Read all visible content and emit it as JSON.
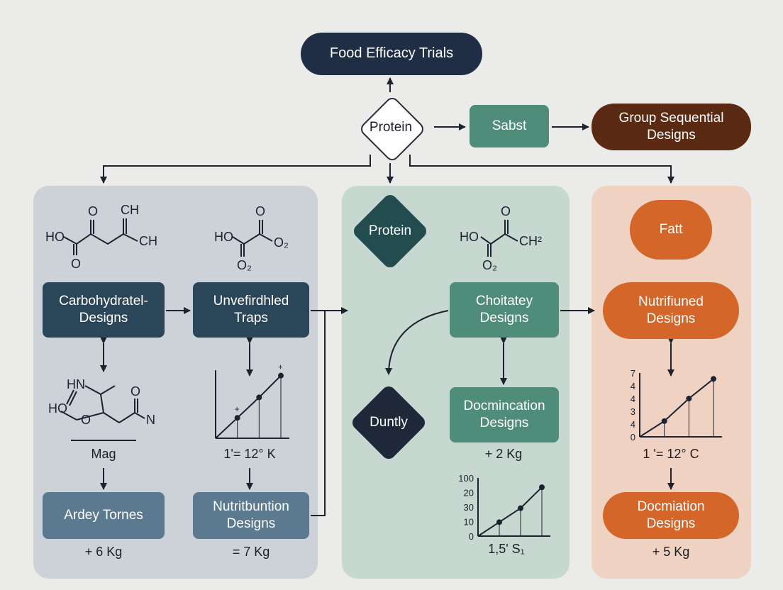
{
  "diagram": {
    "title": "Food Efficacy Trials",
    "top_diamond": "Protein",
    "sabst": "Sabst",
    "group_sequential": "Group Sequential\nDesigns",
    "left": {
      "mol1": {
        "o1": "O",
        "ch_top": "CH",
        "ho": "HO",
        "ch_bottom": "CH",
        "o2": "O"
      },
      "mol2": {
        "o1": "O",
        "ho": "HO",
        "o2": "O₂",
        "o3": "O₂"
      },
      "carbohydrate": "Carbohydratel-\nDesigns",
      "unverified": "Unvefirdhled\nTraps",
      "mol3": {
        "hn": "HN",
        "ho": "HO",
        "o1": "O",
        "o2": "O",
        "n": "N"
      },
      "mag": "Mag",
      "plot_caption": "1'= 12° K",
      "ardey": "Ardey Tornes",
      "nutritbuntion": "Nutritbuntion\nDesigns",
      "kg_left": "+ 6 Kg",
      "kg_right": "= 7 Kg"
    },
    "middle": {
      "protein": "Protein",
      "mol": {
        "o": "O",
        "ho": "HO",
        "ch": "CH²",
        "o2": "O₂"
      },
      "choitatey": "Choitatey\nDesigns",
      "duntly": "Duntly",
      "docmincation": "Docmincation\nDesigns",
      "kg": "+ 2 Kg",
      "plot_caption": "1,5' S₁"
    },
    "right": {
      "fatt": "Fatt",
      "nutrifiuned": "Nutrifiuned\nDesigns",
      "plot_caption": "1 '= 12° C",
      "docmiation": "Docmiation\nDesigns",
      "kg": "+ 5 Kg"
    }
  },
  "chart_data": [
    {
      "type": "line",
      "points": [
        [
          1,
          1.5
        ],
        [
          2,
          3
        ],
        [
          3,
          4.6
        ]
      ],
      "markers": [
        "+",
        "",
        "+"
      ]
    },
    {
      "type": "line",
      "y_ticks": [
        "100",
        "20",
        "30",
        "10",
        "0"
      ],
      "points": [
        [
          1,
          1.2
        ],
        [
          2,
          2.4
        ],
        [
          3,
          4.2
        ]
      ]
    },
    {
      "type": "line",
      "y_ticks": [
        "7",
        "4",
        "4",
        "3",
        "4",
        "0"
      ],
      "points": [
        [
          1,
          1.6
        ],
        [
          2,
          3.9
        ],
        [
          3,
          5.9
        ]
      ]
    }
  ],
  "colors": {
    "navy": "#1f2d45",
    "teal_dark": "#234c4e",
    "slate_dark": "#2b4659",
    "slate": "#5b7a90",
    "green": "#4f8c79",
    "brown": "#5a2a12",
    "orange": "#d4662a",
    "panel_left": "#cdd2d8",
    "panel_mid": "#c6d8d0",
    "panel_right": "#efd2c2"
  }
}
